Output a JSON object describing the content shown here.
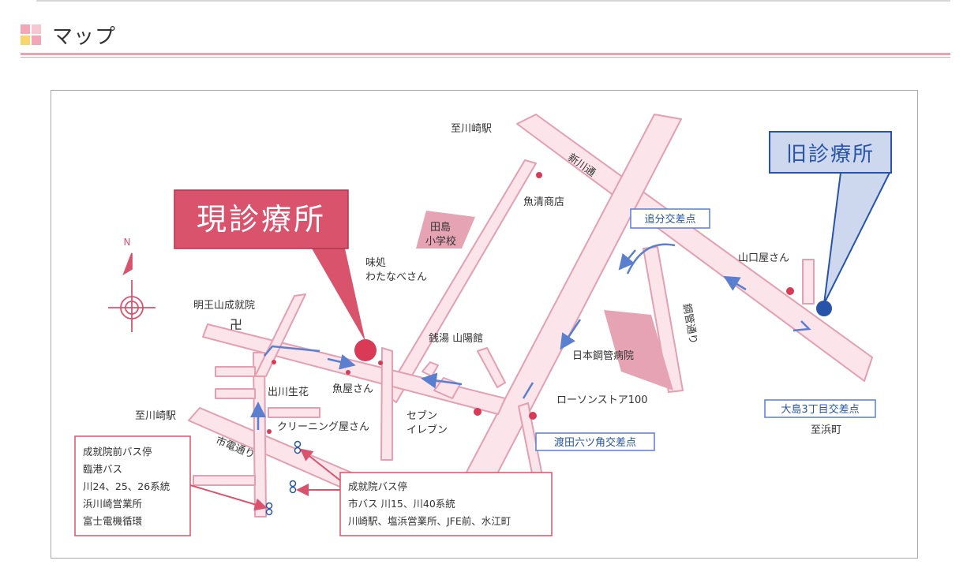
{
  "header": {
    "title": "マップ"
  },
  "map": {
    "callouts": {
      "current_clinic": "現診療所",
      "old_clinic": "旧診療所"
    },
    "north_label": "N",
    "places": {
      "to_kawasaki_top": "至川崎駅",
      "shinkawa_street": "新川通",
      "uosei_store": "魚清商店",
      "tajima_school_1": "田島",
      "tajima_school_2": "小学校",
      "oiwake_intersection": "追分交差点",
      "yamaguchiya": "山口屋さん",
      "ajidokoro_1": "味処",
      "ajidokoro_2": "わたなべさん",
      "myoo_temple": "明王山成就院",
      "temple_symbol": "卍",
      "sento": "銭湯 山陽館",
      "kokan_street": "鋼管通り",
      "nippon_kokan_hospital": "日本鋼管病院",
      "demachi_seika": "出川生花",
      "uoya": "魚屋さん",
      "lawson": "ローソンストア100",
      "seven_eleven_1": "セブン",
      "seven_eleven_2": "イレブン",
      "oshima_intersection": "大島3丁目交差点",
      "to_hamacho": "至浜町",
      "to_kawasaki_left": "至川崎駅",
      "cleaning": "クリーニング屋さん",
      "watarida_intersection": "渡田六ツ角交差点",
      "shiden_street": "市電通り"
    },
    "bus_stop_left": {
      "lines": [
        "成就院前バス停",
        "臨港バス",
        "川24、25、26系統",
        "浜川崎営業所",
        "富士電機循環"
      ]
    },
    "bus_stop_center": {
      "lines": [
        "成就院バス停",
        "市バス 川15、川40系統",
        "川崎駅、塩浜営業所、JFE前、水江町"
      ]
    },
    "colors": {
      "road_fill": "#fbe4ea",
      "road_edge": "#e2a0b2",
      "accent_red": "#d93a55",
      "callout_red": "#d9536d",
      "blue": "#2754a8",
      "building": "#e6a3b3"
    }
  }
}
